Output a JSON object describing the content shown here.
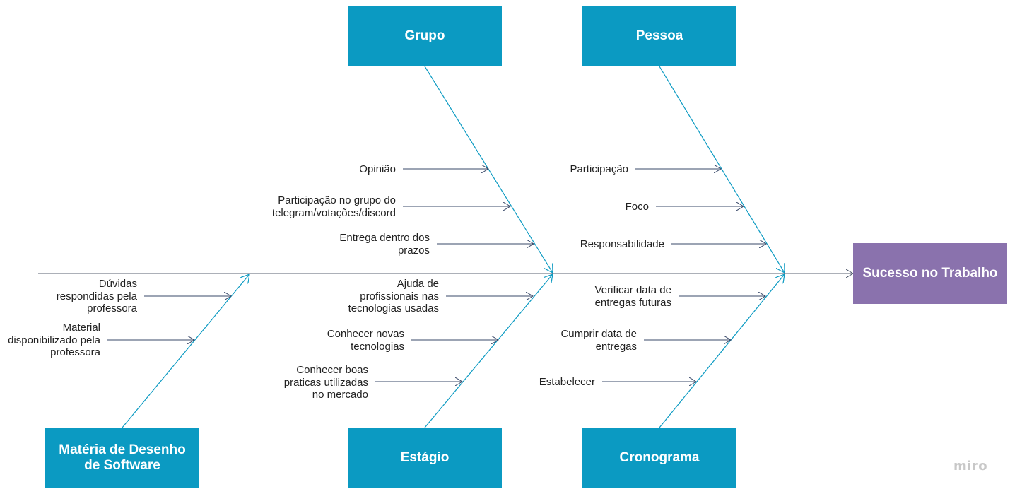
{
  "effect": {
    "label": "Sucesso no Trabalho",
    "color": "#8a72ad"
  },
  "categories": {
    "grupo": "Grupo",
    "pessoa": "Pessoa",
    "materia": "Matéria de Desenho de Software",
    "estagio": "Estágio",
    "cronograma": "Cronograma",
    "color": "#0b9ac2"
  },
  "causes": {
    "grupo": [
      "Opinião",
      "Participação no grupo do telegram/votações/discord",
      "Entrega dentro dos prazos"
    ],
    "pessoa": [
      "Participação",
      "Foco",
      "Responsabilidade"
    ],
    "materia": [
      "Dúvidas respondidas pela professora",
      "Material disponibilizado pela professora"
    ],
    "estagio": [
      "Ajuda de profissionais nas tecnologias usadas",
      "Conhecer novas tecnologias",
      "Conhecer boas praticas utilizadas no mercado"
    ],
    "cronograma": [
      "Verificar data de entregas futuras",
      "Cumprir data de entregas",
      "Estabelecer"
    ]
  },
  "brand": "miro"
}
